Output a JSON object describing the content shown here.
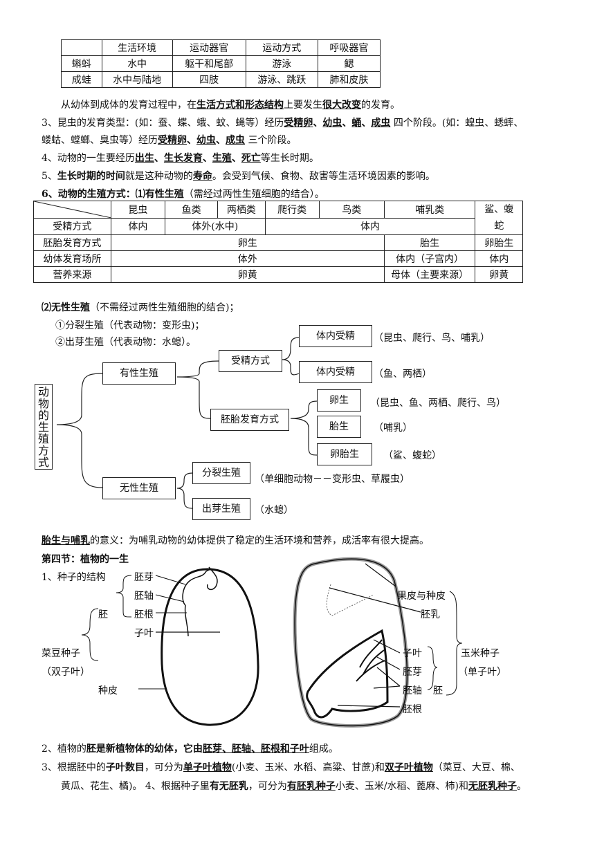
{
  "table1": {
    "headers": [
      "",
      "生活环境",
      "运动器官",
      "运动方式",
      "呼吸器官"
    ],
    "rows": [
      [
        "蝌蚪",
        "水中",
        "躯干和尾部",
        "游泳",
        "鳃"
      ],
      [
        "成蛙",
        "水中与陆地",
        "四肢",
        "游泳、跳跃",
        "肺和皮肤"
      ]
    ]
  },
  "p1": {
    "a": "从幼体到成体的发育过程中，在",
    "b": "生活方式和形态结构",
    "c": "上要发生",
    "d": "很大改变",
    "e": "的发育。"
  },
  "p3": {
    "a": "3、昆虫的发育类型：(如：蚕、蝶、蛾、蚊、蝇等）经历",
    "b1": "受精卵",
    "s1": "、",
    "b2": "幼虫",
    "s2": "、",
    "b3": "蛹",
    "s3": "、",
    "b4": "成虫",
    "c": " 四个阶段。(如：蝗虫、蟋蟀、",
    "d": "蝼蛄、螳螂、臭虫等）经历",
    "e1": "受精卵",
    "e2": "幼虫",
    "e3": "成虫",
    "f": " 三个阶段。"
  },
  "p4": {
    "a": "4、动物的一生要经历",
    "b1": "出生",
    "b2": "生长发育",
    "b3": "生殖",
    "b4": "死亡",
    "c": "等生长时期。",
    "sep": "、"
  },
  "p5": {
    "a": "5、",
    "b": "生长时期的时间",
    "c": "就是这种动物的",
    "d": "寿命",
    "e": "。会受到气候、食物、敌害等生活环境因素的影响。"
  },
  "p6": {
    "a": "6、动物的生殖方式：",
    "b": "⑴有性生殖",
    "c": "（需经过两性生殖细胞的结合）。"
  },
  "table2": {
    "headers": [
      "昆虫",
      "鱼类",
      "两栖类",
      "爬行类",
      "鸟类",
      "哺乳类",
      "鲨、蝮",
      "蛇"
    ],
    "row1": [
      "受精方式",
      "体内",
      "体外(水中)",
      "体内"
    ],
    "row2": [
      "胚胎发育方式",
      "卵生",
      "胎生",
      "卵胎生"
    ],
    "row3": [
      "幼体发育场所",
      "体外",
      "体内（子宫内）",
      "体内"
    ],
    "row4": [
      "营养来源",
      "卵黄",
      "母体（主要来源）",
      "卵黄"
    ]
  },
  "p7": {
    "a": "⑵无性生殖",
    "b": "（不需经过两性生殖细胞的结合)；"
  },
  "p8": "①分裂生殖（代表动物：变形虫)；",
  "p9": "②出芽生殖（代表动物：水螅）。",
  "tree": {
    "root": [
      "动",
      "物",
      "的",
      "生",
      "殖",
      "方",
      "式"
    ],
    "sexual": "有性生殖",
    "fert": "受精方式",
    "internal1": "体内受精",
    "internal1_note": "（昆虫、爬行、鸟、哺乳）",
    "internal2": "体内受精",
    "internal2_note": "（鱼、两栖）",
    "embryo": "胚胎发育方式",
    "ovi": "卵生",
    "ovi_note": "（昆虫、鱼、两栖、爬行、鸟）",
    "vivi": "胎生",
    "vivi_note": "（哺乳）",
    "ovovivi": "卵胎生",
    "ovovivi_note": "（鲨、蝮蛇）",
    "asexual": "无性生殖",
    "fission": "分裂生殖",
    "fission_note": "（单细胞动物－－变形虫、草履虫）",
    "budding": "出芽生殖",
    "budding_note": "（水螅）"
  },
  "p10": {
    "a": "胎生与哺乳",
    "b": "的意义：为哺乳动物的幼体提供了稳定的生活环境和营养，成活率有很大提高。"
  },
  "section4": "第四节：植物的一生",
  "seed": {
    "title": "1、种子的结构",
    "bean_labels": [
      "胚芽",
      "胚轴",
      "胚根",
      "子叶"
    ],
    "embryo": "胚",
    "bean": "菜豆种子",
    "dicot": "（双子叶）",
    "coat": "种皮",
    "corn_labels": {
      "peel": "果皮与种皮",
      "endo": "胚乳",
      "cot": "子叶",
      "bud": "胚芽",
      "axis": "胚轴",
      "embryo": "胚",
      "root": "胚根"
    },
    "corn": "玉米种子",
    "mono": "（单子叶）"
  },
  "p11": {
    "a": "2、植物的",
    "b": "胚是新植物体的幼体，它由",
    "c": "胚芽、胚轴、胚根和子叶",
    "d": "组成。"
  },
  "p12": {
    "a": "3、根据胚中的",
    "b": "子叶数目",
    "c": "，可分为",
    "d": "单子叶植物",
    "e": "(小麦、玉米、水稻、高粱、甘蔗)和",
    "f": "双子叶植物",
    "g": "（菜豆、大豆、棉、"
  },
  "p13": {
    "a": "黄瓜、花生、橘)。 4、根据种子里",
    "b": "有无胚乳",
    "c": "，可分为",
    "d": "有胚乳种子",
    "e": "小麦、玉米/水稻、蓖麻、柿)和",
    "f": "无胚乳种子",
    "g": "。"
  }
}
